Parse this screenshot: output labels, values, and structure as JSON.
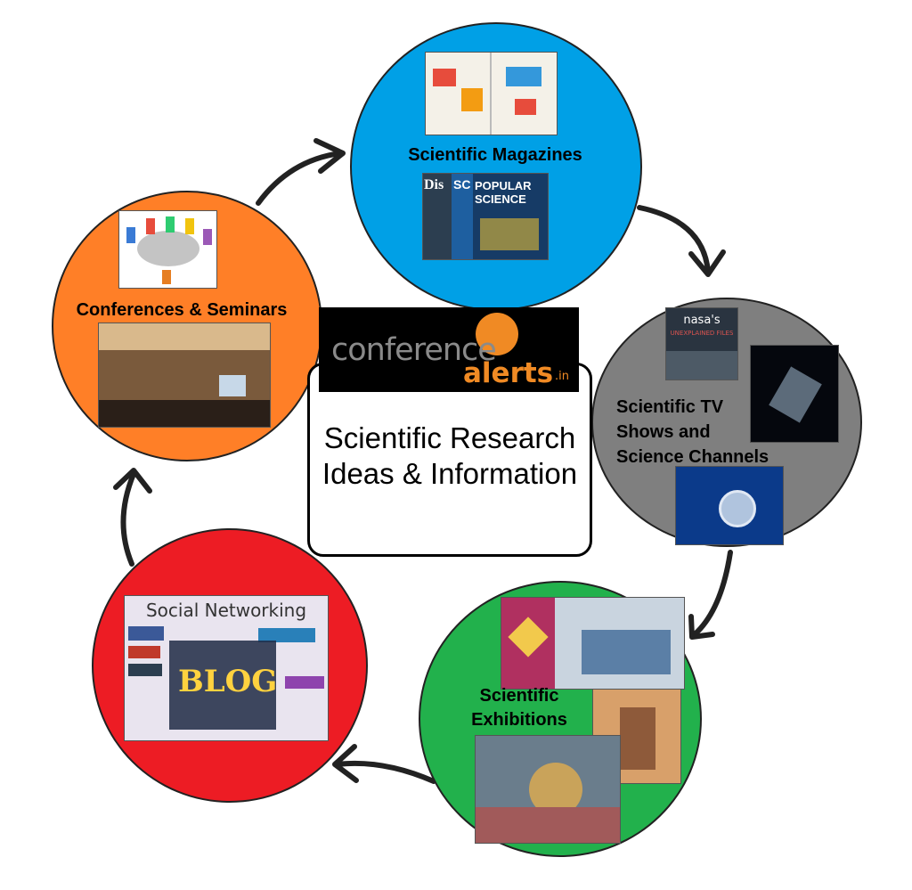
{
  "center": {
    "logo_word1": "conference",
    "logo_word2": "alerts",
    "logo_word3": ".in",
    "line1": "Scientific Research",
    "line2": "Ideas & Information"
  },
  "nodes": {
    "magazines": {
      "label": "Scientific Magazines",
      "color": "#00a0e6"
    },
    "tv": {
      "label_lines": [
        "Scientific TV",
        "Shows and",
        "Science Channels"
      ],
      "color": "#7f7f7f"
    },
    "exhibitions": {
      "label_lines": [
        "Scientific",
        "Exhibitions"
      ],
      "color": "#22b14c"
    },
    "social": {
      "label": "Social Networking",
      "blog": "BLOG",
      "color": "#ed1c24"
    },
    "conferences": {
      "label": "Conferences & Seminars",
      "color": "#ff7f27"
    }
  },
  "magazine_covers": {
    "cover1": "Dis",
    "cover2": "SC",
    "cover3_line1": "POPULAR",
    "cover3_line2": "SCIENCE"
  },
  "tv_thumb": {
    "line1": "nasa's",
    "line2": "UNEXPLAINED FILES"
  }
}
